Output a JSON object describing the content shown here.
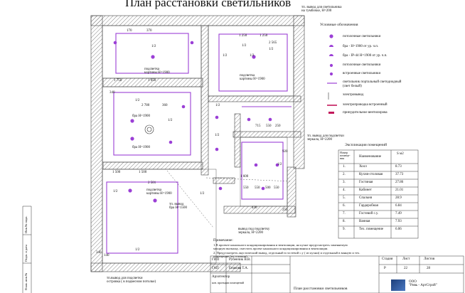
{
  "title": "План расстановки светильников",
  "annotations": {
    "top_note": "тп. вывод для светильника\nна тумбочке, Н=200",
    "lamp_pic_1": "подсветка\nкартины Н=1900",
    "lamp_pic_2": "подсветка\nкартины Н=1900",
    "lamp_pic_3": "подсветка\nкартины Н=1900",
    "bra_1": "бра Н=1900",
    "bra_2": "бра Н=1900",
    "pendant": "тп. вывод для подсветки\nзеркала, Н=2200",
    "pendant2": "вывод под подсветку\nзеркала, Н=2200",
    "bottom_note": "тп.вывод для подсветки\nостровка ( в подвесном потолке)",
    "tp_pit": "тп. вывод\nбра Н=1500"
  },
  "dimensions": [
    "170",
    "370",
    "1 250",
    "1 250",
    "2 565",
    "1/2",
    "1/2",
    "1/2",
    "1/2",
    "1/2",
    "1 750",
    "1 050",
    "340",
    "2 780",
    "360",
    "1/2",
    "1/2",
    "1/2",
    "715",
    "550",
    "250",
    "1/2",
    "920",
    "1 500",
    "1 500",
    "1 600",
    "550",
    "550",
    "500",
    "550",
    "250",
    "2 501",
    "1/2",
    "1/2",
    "1/2",
    "430",
    "140",
    "340",
    "1/2"
  ],
  "legend": {
    "heading": "Условные обозначения",
    "items": [
      {
        "icon": "ceiling-light-icon",
        "label": "потолочные светильники"
      },
      {
        "icon": "wall-sconce-icon",
        "label": "бра - Н=1900 от ур. ч.п."
      },
      {
        "icon": "wall-sconce-ip44-icon",
        "label": "бра - IP-44 Н=1900 от ур. ч.п."
      },
      {
        "icon": "ceiling-spot-icon",
        "label": "потолочные светильники"
      },
      {
        "icon": "recessed-light-icon",
        "label": "встроенные светильники"
      },
      {
        "icon": "led-strip-icon",
        "label": "светильник портальный светодиодный\n(свет белый)"
      },
      {
        "icon": "wiring-icon",
        "label": "электровывод"
      },
      {
        "icon": "built-in-wire-icon",
        "label": "электропроводка встроенный"
      },
      {
        "icon": "exhaust-icon",
        "label": "принудительное вентилирова"
      }
    ]
  },
  "explication": {
    "heading": "Экспликация помещений",
    "headers": [
      "Номер помеще-ния",
      "Наименование",
      "S м2"
    ],
    "rows": [
      [
        "1.",
        "Холл",
        "8.73"
      ],
      [
        "2.",
        "Кухня-столовая",
        "37.73"
      ],
      [
        "3.",
        "Гостиная",
        "27.86"
      ],
      [
        "4.",
        "Кабинет",
        "21.01"
      ],
      [
        "5.",
        "Спальня",
        "28.9"
      ],
      [
        "6.",
        "Гардеробная",
        "6.84"
      ],
      [
        "7.",
        "Гостевой с.у.",
        "7.49"
      ],
      [
        "8.",
        "Ванная",
        "7.93"
      ],
      [
        "9.",
        "Тех. помещение",
        "6.06"
      ]
    ]
  },
  "notes": {
    "heading": "Примечание:",
    "text": "1.В проекте канального кондиционирования и вентиляции, на кухне предусмотреть заменяемую\nмощную вытяжку, сместить проект канального кондиционирования и вентиляции.\n2. Предусмотреть акустический вывод, отдельный в гостевой с.у ( из кухни) и отдельный в ванную и тех.\nпомещение (из спальни)"
  },
  "stamp": {
    "roles": [
      "ГИП",
      "ГАП",
      "Архитектор"
    ],
    "names": [
      "Рубенчик В.В.",
      "Енакова Т.А.",
      ""
    ],
    "extra": "кон. проекции помещений",
    "sheet_title": "План расстановки светильников",
    "stage_h": "Стадия",
    "sheet_h": "Лист",
    "sheets_h": "Листов",
    "stage": "Р",
    "sheet": "22",
    "sheets": "28",
    "company": "ООО\n\"Ривь - АртСтрой\""
  },
  "side_labels": [
    "Инв.№ подл.",
    "Подп. и дата",
    "Взам. инв.№"
  ],
  "colors": {
    "led": "#9b3fd6",
    "wall": "#555555",
    "hatch": "#888888",
    "accent": "#c2185b"
  }
}
